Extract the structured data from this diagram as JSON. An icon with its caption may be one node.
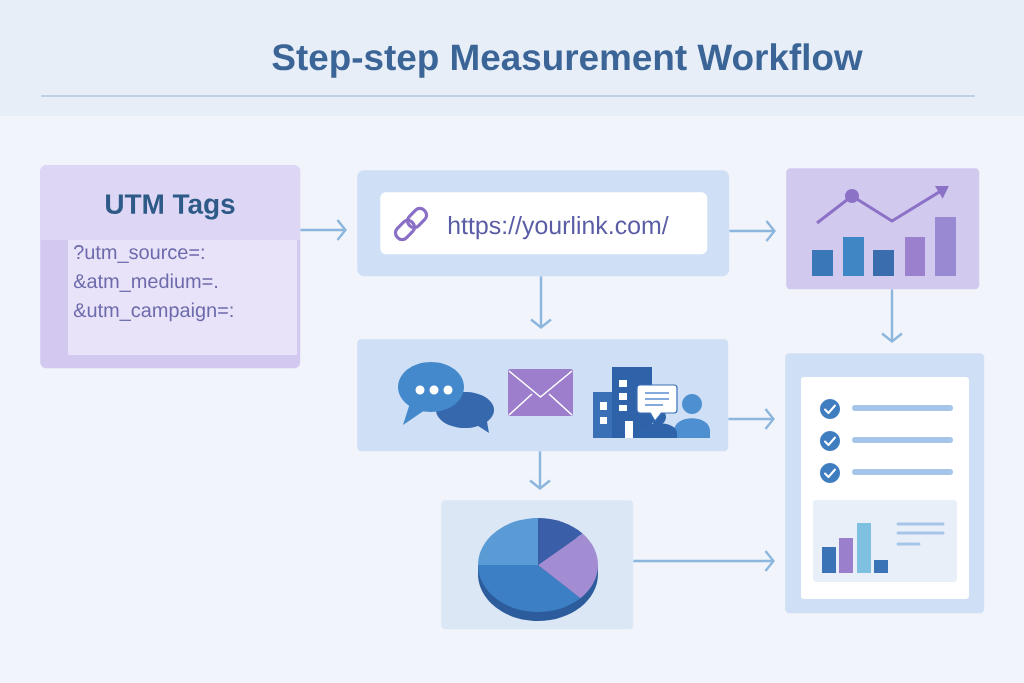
{
  "diagram": {
    "title": "Step-step Measurement Workflow",
    "nodes": [
      {
        "text": [
          "UTM Tags",
          "?utm_source=:",
          "&atm_medium=.",
          "&utm_campaign=:"
        ]
      },
      {
        "text": [],
        "shape": "box"
      },
      {
        "text": [
          "https://yourlink.com/"
        ],
        "in": 1
      },
      {
        "text": [],
        "shape": "picture"
      },
      {
        "text": [],
        "shape": "picture"
      },
      {
        "text": [],
        "shape": "picture"
      },
      {
        "text": [],
        "shape": "picture"
      }
    ],
    "edges": [
      {
        "from": 0,
        "to": 1,
        "arrow": "to"
      },
      {
        "from": 1,
        "to": 3,
        "arrow": "to"
      },
      {
        "from": 1,
        "to": 4,
        "arrow": "to"
      },
      {
        "from": 3,
        "to": 5,
        "arrow": "to"
      },
      {
        "from": 4,
        "to": 5,
        "arrow": "to"
      },
      {
        "from": 4,
        "to": 6,
        "arrow": "to"
      },
      {
        "from": 6,
        "to": 5,
        "arrow": "to"
      }
    ]
  }
}
